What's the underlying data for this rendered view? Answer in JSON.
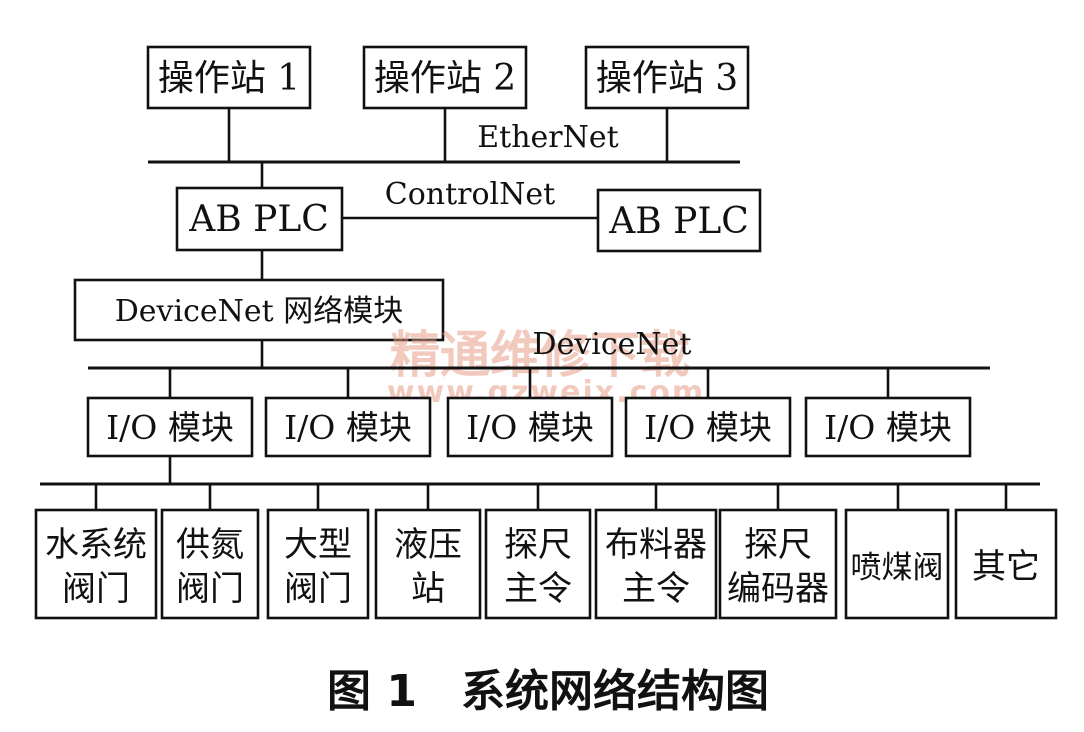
{
  "stations": [
    "操作站 1",
    "操作站 2",
    "操作站 3"
  ],
  "ethernet_label": "EtherNet",
  "plcs": [
    "AB PLC",
    "AB PLC"
  ],
  "controlnet_label": "ControlNet",
  "devicenet_module": "DeviceNet 网络模块",
  "devicenet_label": "DeviceNet",
  "io_modules": [
    "I/O 模块",
    "I/O 模块",
    "I/O 模块",
    "I/O 模块",
    "I/O 模块"
  ],
  "devices": [
    [
      "水系统",
      "阀门"
    ],
    [
      "供氮",
      "阀门"
    ],
    [
      "大型",
      "阀门"
    ],
    [
      "液压",
      "站"
    ],
    [
      "探尺",
      "主令"
    ],
    [
      "布料器",
      "主令"
    ],
    [
      "探尺",
      "编码器"
    ],
    [
      "喷煤阀"
    ],
    [
      "其它"
    ]
  ],
  "caption": "图 1　系统网络结构图",
  "watermark": {
    "text": "精通维修下载",
    "url": "www.gzweix.com",
    "color": "#e8a088"
  }
}
